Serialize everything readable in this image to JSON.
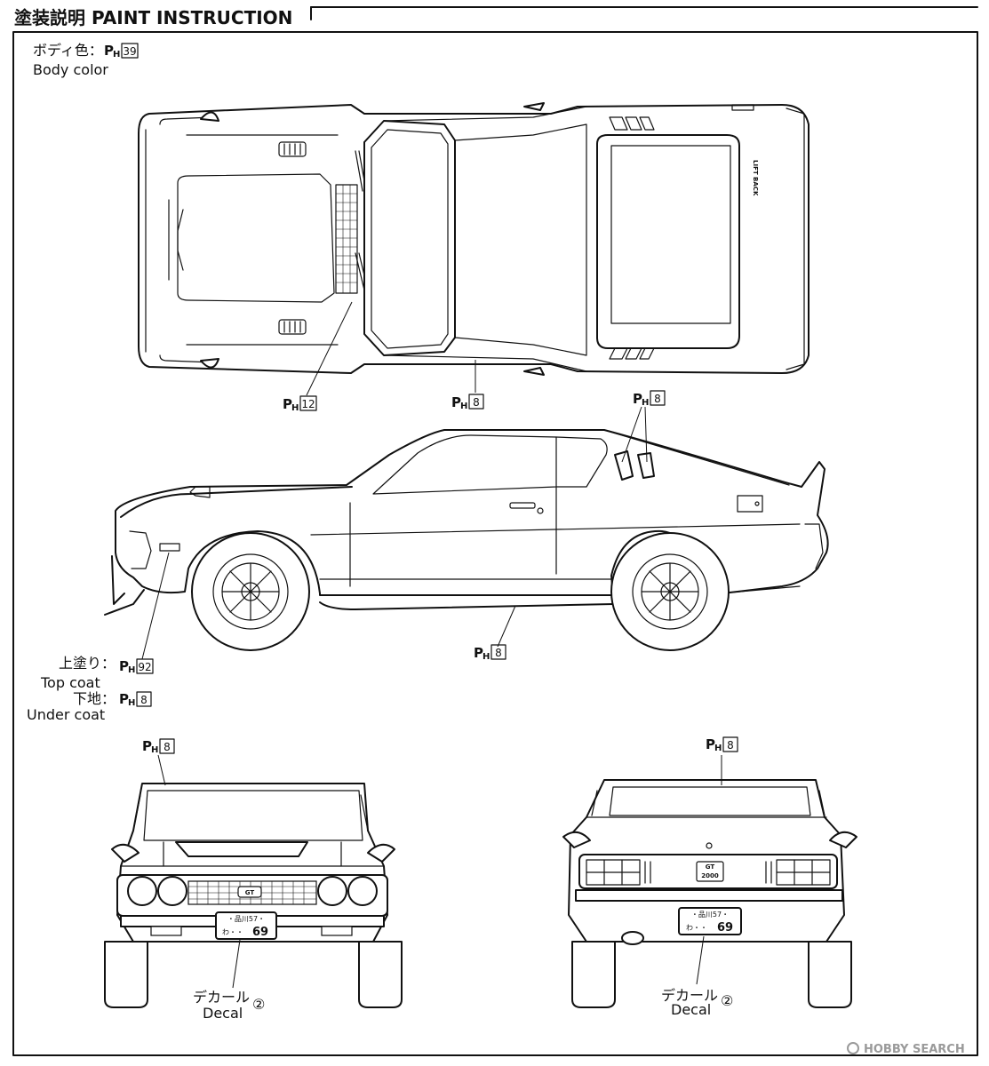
{
  "header": {
    "title": "塗装説明 PAINT INSTRUCTION"
  },
  "paint_code_prefix": "P",
  "paint_code_subscript": "H",
  "body_color": {
    "label_jp": "ボディ色：",
    "code": "39",
    "label_en": "Body color"
  },
  "top_view": {
    "callouts": [
      {
        "code": "12"
      },
      {
        "code": "8"
      }
    ],
    "badge_text": "LIFT BACK"
  },
  "side_view": {
    "callouts_top": [
      {
        "code": "8"
      }
    ],
    "callouts_bottom": [
      {
        "code": "8"
      }
    ],
    "stripe": {
      "top_coat_jp": "上塗り：",
      "top_coat_code": "92",
      "top_coat_en": "Top coat",
      "under_coat_jp": "下地：",
      "under_coat_code": "8",
      "under_coat_en": "Under coat"
    }
  },
  "front_view": {
    "callout_code": "8",
    "grille_badge": "GT",
    "plate_line1": "・品川57・",
    "plate_line2_prefix": "わ・・",
    "plate_number": "69",
    "decal_jp": "デカール",
    "decal_en": "Decal",
    "decal_num": "②"
  },
  "rear_view": {
    "callout_code": "8",
    "emblem_line1": "GT",
    "emblem_line2": "2000",
    "plate_line1": "・品川57・",
    "plate_line2_prefix": "わ・・",
    "plate_number": "69",
    "decal_jp": "デカール",
    "decal_en": "Decal",
    "decal_num": "②"
  },
  "watermark": {
    "text": "HOBBY SEARCH",
    "icon": "hobbysearch-logo-icon"
  },
  "colors": {
    "line": "#111111",
    "watermark": "#9a9a9a",
    "background": "#ffffff"
  }
}
